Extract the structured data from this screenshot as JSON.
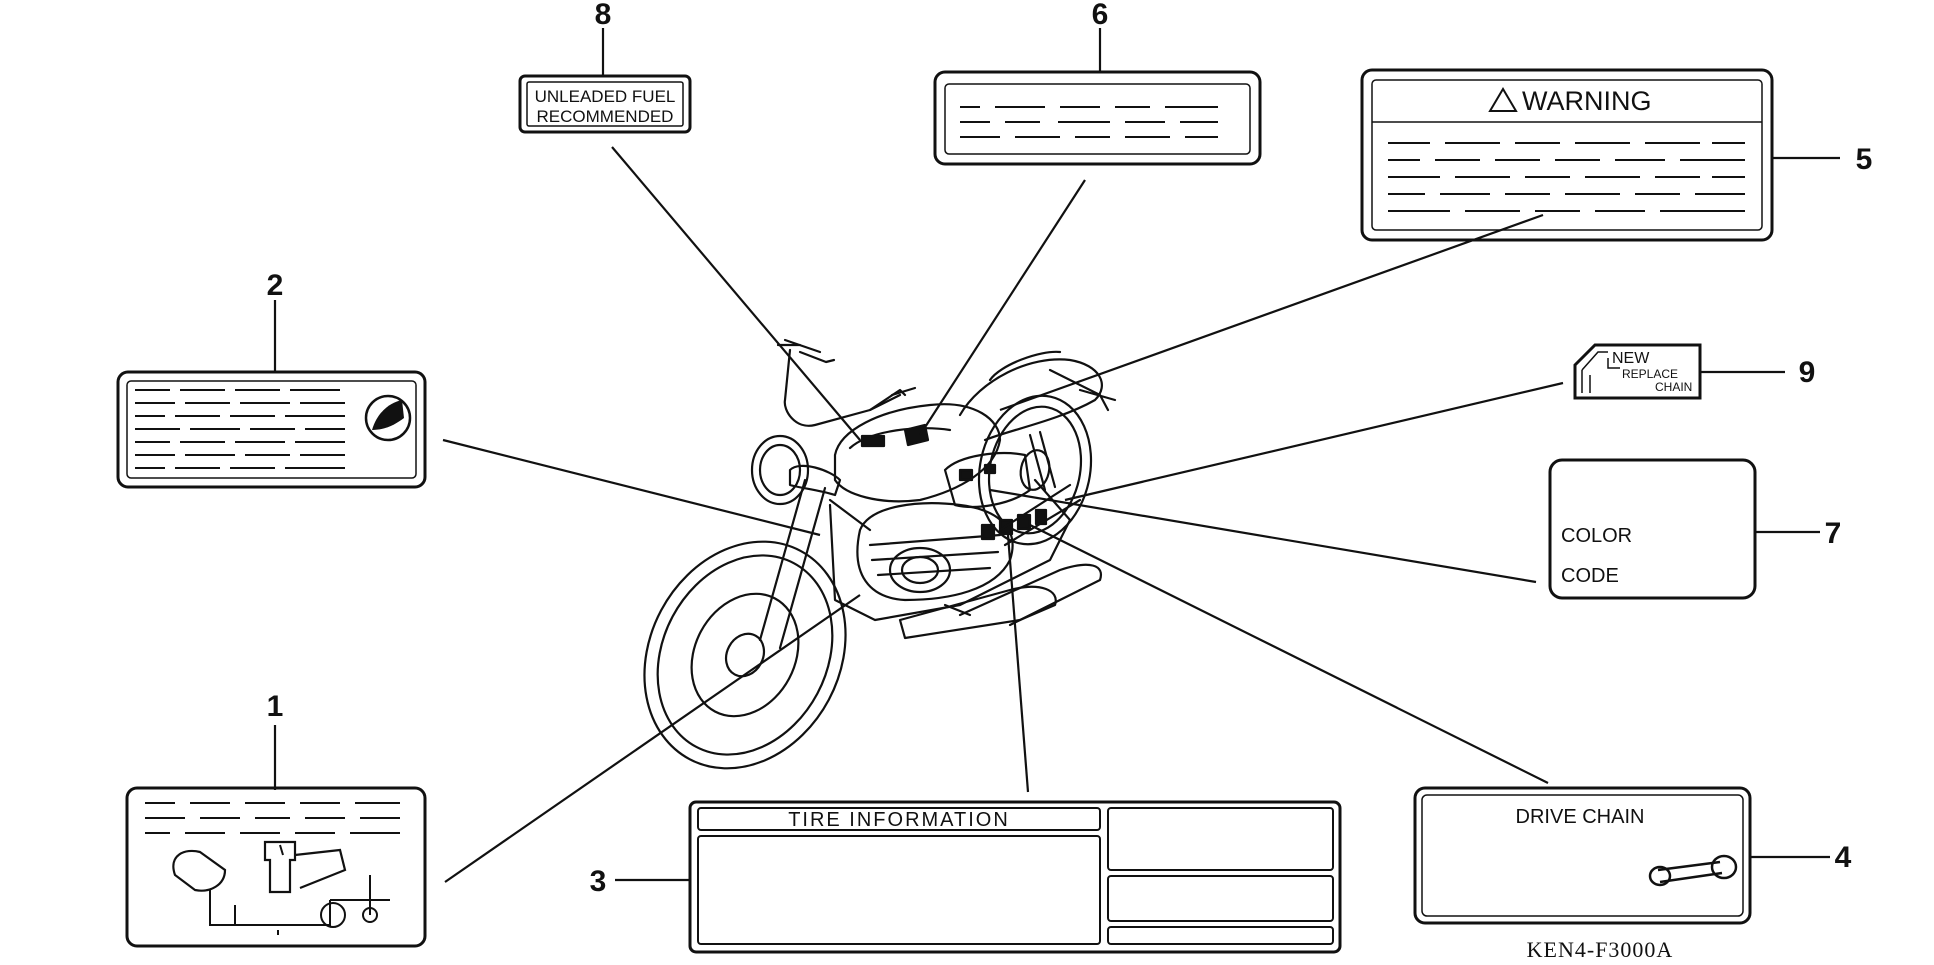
{
  "callouts": {
    "c1": "1",
    "c2": "2",
    "c3": "3",
    "c4": "4",
    "c5": "5",
    "c6": "6",
    "c7": "7",
    "c8": "8",
    "c9": "9"
  },
  "labels": {
    "fuel_line1": "UNLEADED FUEL",
    "fuel_line2": "RECOMMENDED",
    "warning_title": "WARNING",
    "new_text": "NEW",
    "replace_text": "REPLACE",
    "chain_text": "CHAIN",
    "color_text": "COLOR",
    "code_text": "CODE",
    "tire_title": "TIRE INFORMATION",
    "drive_chain": "DRIVE CHAIN"
  },
  "reference_code": "KEN4-F3000A",
  "colors": {
    "ink": "#111111",
    "paper": "#ffffff"
  }
}
